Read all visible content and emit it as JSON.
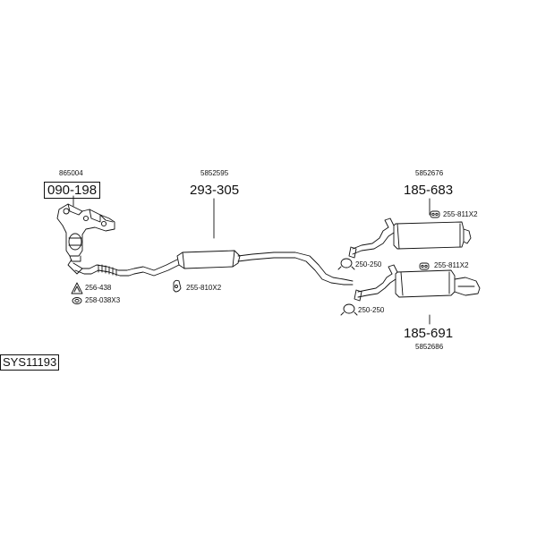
{
  "system_code": "SYS11193",
  "parts": {
    "manifold": {
      "ref": "865004",
      "number": "090-198"
    },
    "front_pipe": {
      "ref": "5852595",
      "number": "293-305"
    },
    "rear_muffler_upper": {
      "ref": "5852676",
      "number": "185-683"
    },
    "rear_muffler_lower": {
      "ref": "5852686",
      "number": "185-691"
    }
  },
  "fittings": {
    "ring_front": "256-438",
    "seal_front": "258-038X3",
    "hanger_front": "255-810X2",
    "hanger_upper": "255-811X2",
    "clamp_upper": "250-250",
    "hanger_lower": "255-811X2",
    "clamp_lower": "250-250"
  }
}
